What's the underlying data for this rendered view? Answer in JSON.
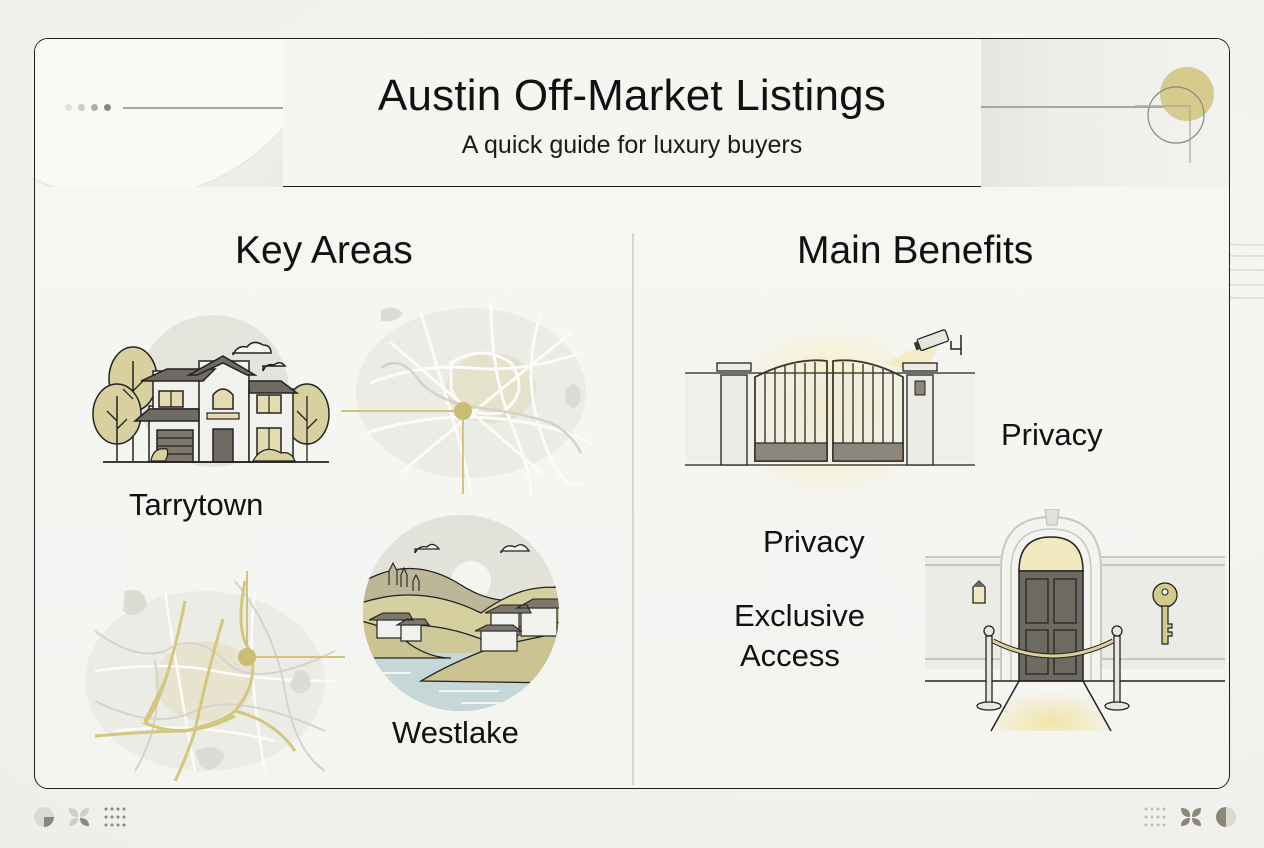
{
  "header": {
    "title": "Austin Off-Market Listings",
    "subtitle": "A quick guide for luxury buyers"
  },
  "key_areas": {
    "title": "Key Areas",
    "areas": [
      {
        "label": "Tarrytown",
        "icon": "house-illustration"
      },
      {
        "label": "Westlake",
        "icon": "lake-hills-illustration"
      }
    ],
    "maps": [
      "austin-map-north",
      "austin-map-south"
    ]
  },
  "main_benefits": {
    "title": "Main Benefits",
    "benefits": [
      {
        "label": "Privacy",
        "icon": "gated-entrance-illustration"
      },
      {
        "label": "Privacy",
        "icon": "gated-entrance-caption"
      },
      {
        "label": "Exclusive Access",
        "line1": "Exclusive",
        "line2": "Access",
        "icon": "private-door-illustration"
      }
    ]
  },
  "colors": {
    "accent_gold": "#d3c98a",
    "gold_line": "#cbbd72",
    "dark_gray": "#6f6a60",
    "border": "#1e1e1e",
    "background": "#f3f3f0",
    "water": "#c9d9dc"
  },
  "decor": {
    "header_dots": [
      "#e0e0da",
      "#cdccc5",
      "#b1aea4",
      "#8d877b"
    ],
    "footer_left_icons": [
      "half-circle-icon",
      "leaf-pinwheel-icon",
      "star-grid-icon"
    ],
    "footer_right_icons": [
      "star-grid-icon",
      "leaf-pinwheel-icon",
      "half-circle-icon"
    ]
  }
}
